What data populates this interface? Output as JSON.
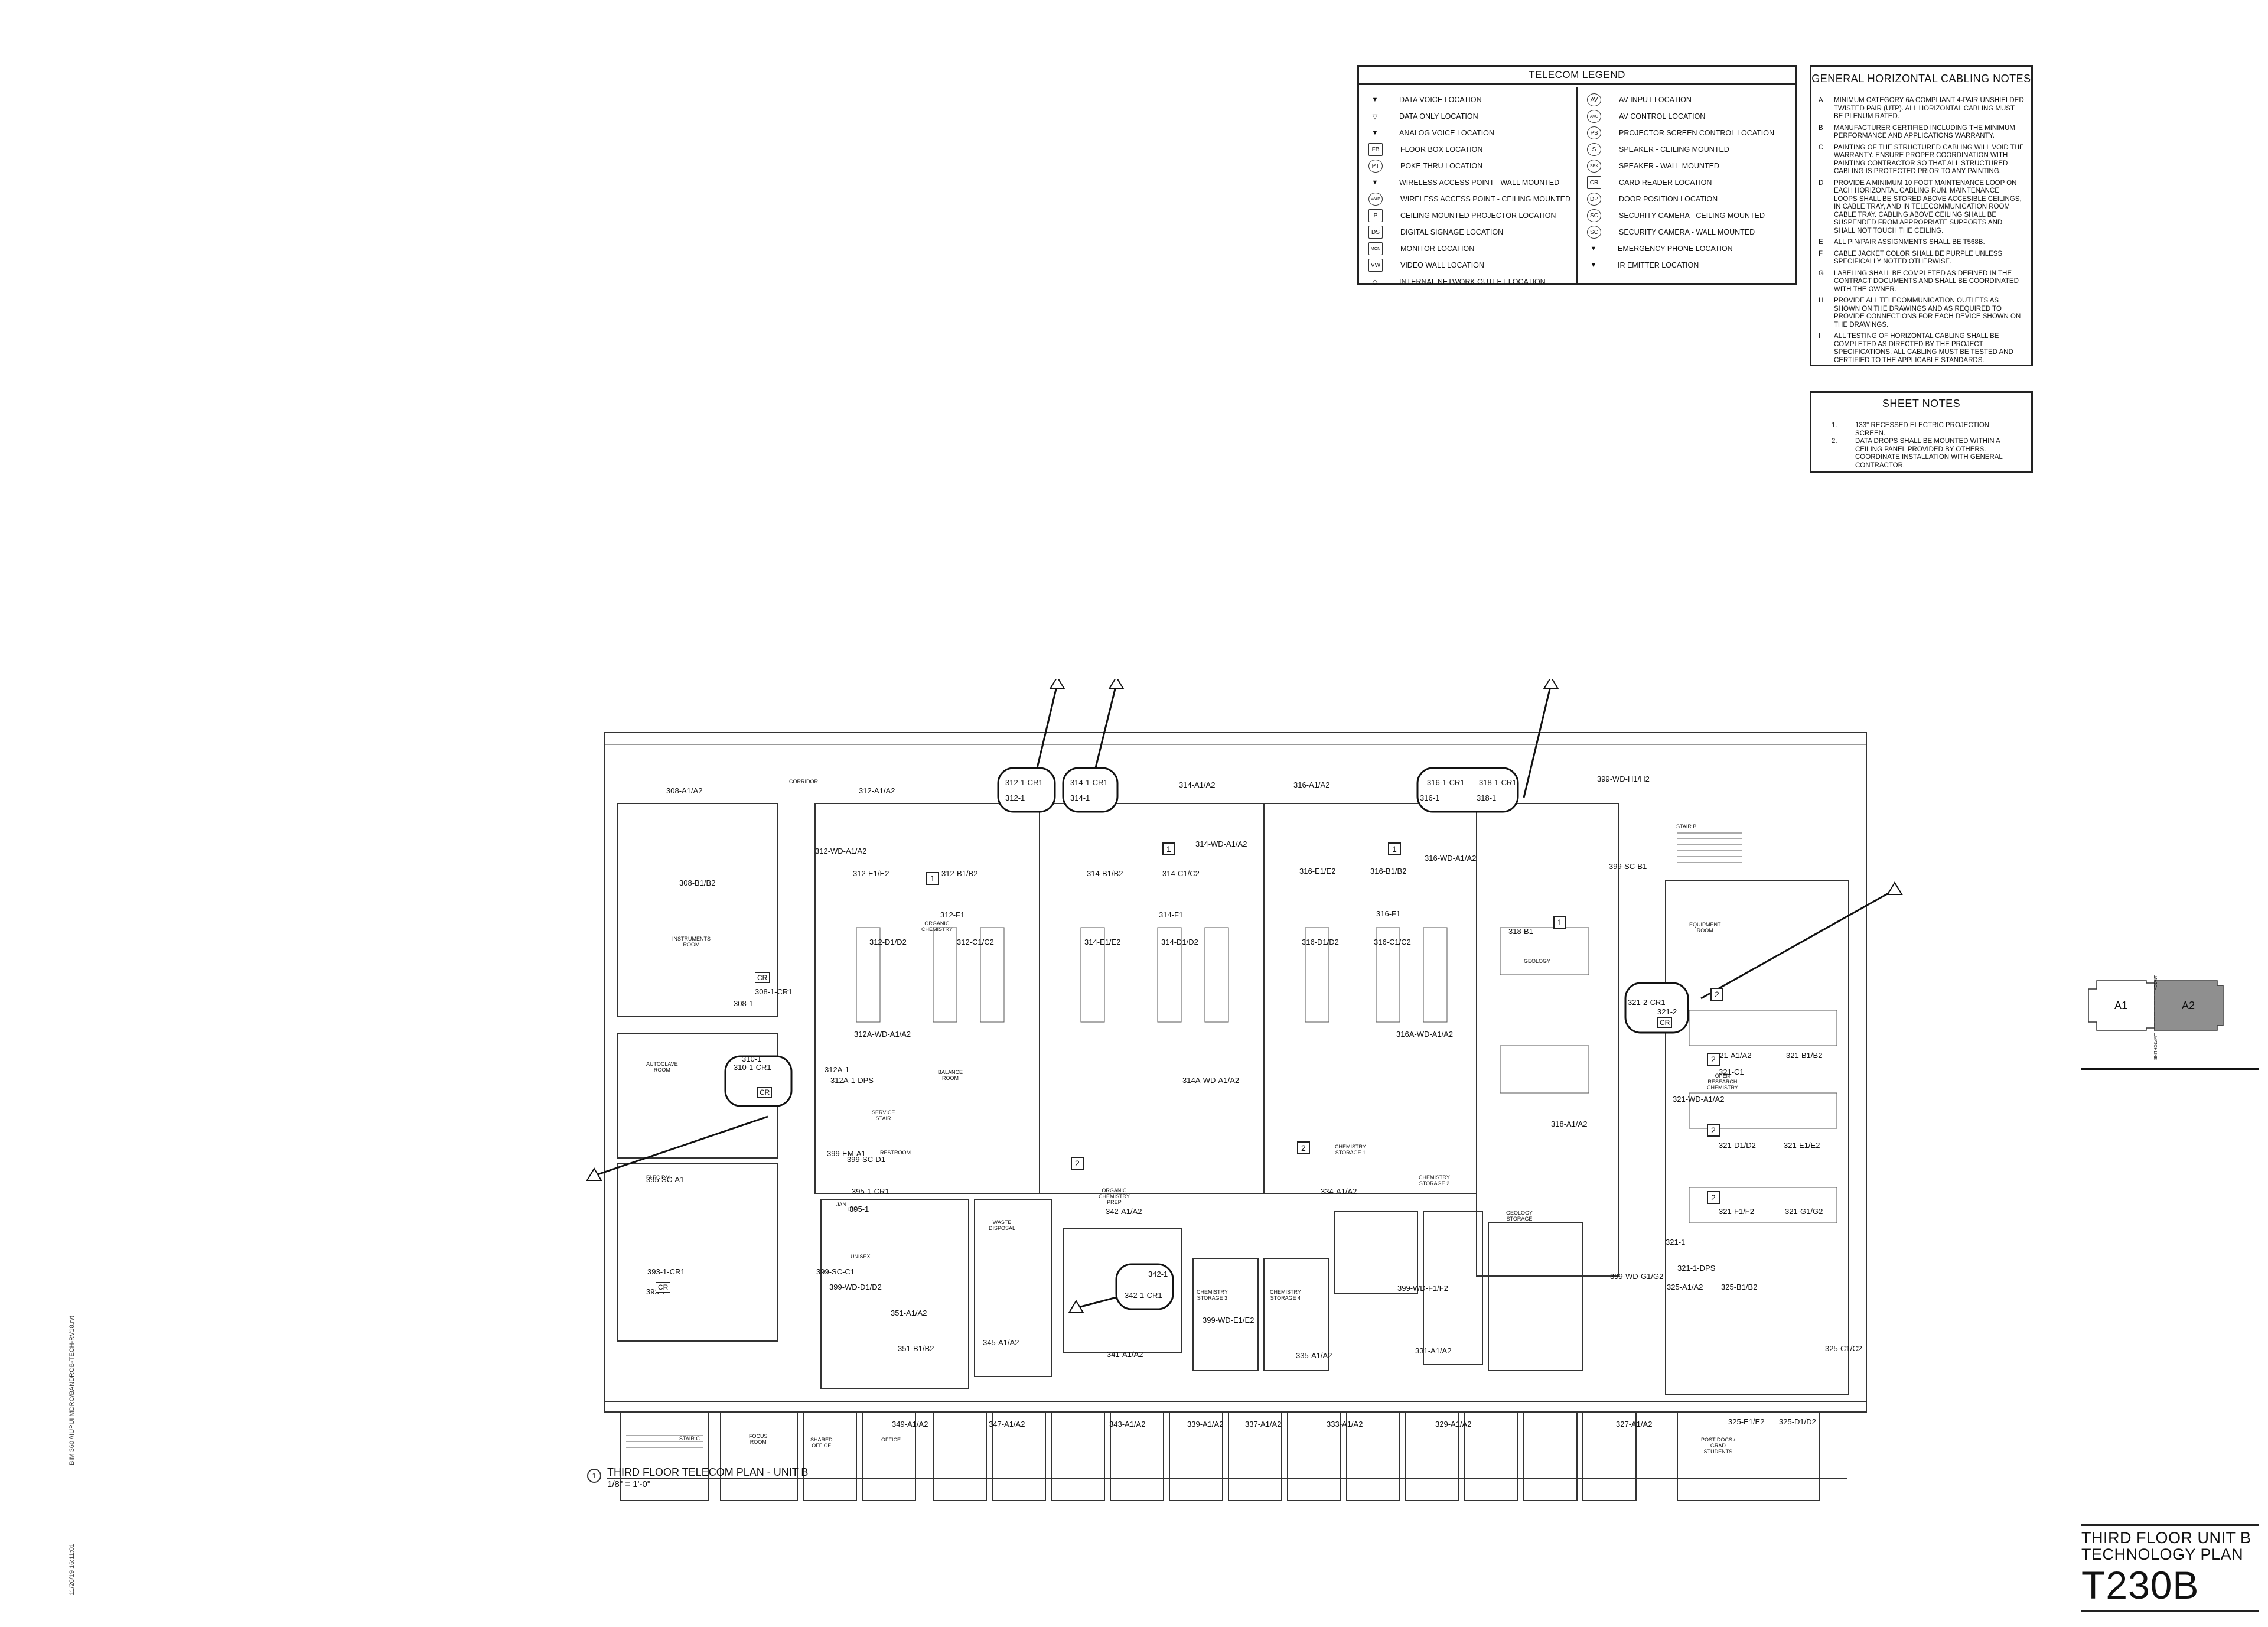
{
  "legend": {
    "title": "TELECOM LEGEND",
    "left": [
      {
        "symbol": "data-voice-icon",
        "label": "DATA VOICE LOCATION"
      },
      {
        "symbol": "data-only-icon",
        "label": "DATA ONLY LOCATION"
      },
      {
        "symbol": "analog-voice-icon",
        "label": "ANALOG VOICE LOCATION"
      },
      {
        "symbol": "floor-box-icon",
        "label": "FLOOR BOX LOCATION"
      },
      {
        "symbol": "poke-thru-icon",
        "label": "POKE THRU LOCATION"
      },
      {
        "symbol": "wap-wall-icon",
        "label": "WIRELESS ACCESS POINT - WALL MOUNTED"
      },
      {
        "symbol": "wap-ceiling-icon",
        "label": "WIRELESS ACCESS POINT - CEILING MOUNTED"
      },
      {
        "symbol": "projector-icon",
        "label": "CEILING MOUNTED PROJECTOR LOCATION"
      },
      {
        "symbol": "digital-signage-icon",
        "label": "DIGITAL SIGNAGE LOCATION"
      },
      {
        "symbol": "monitor-icon",
        "label": "MONITOR LOCATION"
      },
      {
        "symbol": "video-wall-icon",
        "label": "VIDEO WALL LOCATION"
      },
      {
        "symbol": "internal-network-icon",
        "label": "INTERNAL NETWORK OUTLET LOCATION"
      }
    ],
    "right": [
      {
        "symbol": "av-input-icon",
        "label": "AV INPUT LOCATION"
      },
      {
        "symbol": "av-control-icon",
        "label": "AV CONTROL LOCATION"
      },
      {
        "symbol": "projector-screen-control-icon",
        "label": "PROJECTOR SCREEN CONTROL LOCATION"
      },
      {
        "symbol": "speaker-ceiling-icon",
        "label": "SPEAKER - CEILING MOUNTED"
      },
      {
        "symbol": "speaker-wall-icon",
        "label": "SPEAKER - WALL MOUNTED"
      },
      {
        "symbol": "card-reader-icon",
        "label": "CARD READER LOCATION"
      },
      {
        "symbol": "door-position-icon",
        "label": "DOOR POSITION LOCATION"
      },
      {
        "symbol": "camera-ceiling-icon",
        "label": "SECURITY CAMERA - CEILING MOUNTED"
      },
      {
        "symbol": "camera-wall-icon",
        "label": "SECURITY CAMERA - WALL MOUNTED"
      },
      {
        "symbol": "emergency-phone-icon",
        "label": "EMERGENCY PHONE LOCATION"
      },
      {
        "symbol": "ir-emitter-icon",
        "label": "IR EMITTER LOCATION"
      }
    ],
    "symbol_text": {
      "floor_box": "FB",
      "poke_thru": "PT",
      "wap_ceiling": "WAP",
      "projector": "P",
      "digital_signage": "DS",
      "monitor": "MON",
      "video_wall": "VW",
      "av_input": "AV",
      "av_control": "AVC",
      "proj_screen": "PS",
      "speaker_ceiling": "S",
      "speaker_wall": "SPK",
      "card_reader": "CR",
      "door_position": "DP",
      "camera_ceiling": "SC",
      "camera_wall": "SC"
    }
  },
  "general_notes": {
    "title": "GENERAL HORIZONTAL CABLING NOTES",
    "items": [
      {
        "letter": "A",
        "text": "MINIMUM CATEGORY 6A COMPLIANT 4-PAIR UNSHIELDED TWISTED PAIR (UTP). ALL HORIZONTAL CABLING MUST BE PLENUM RATED."
      },
      {
        "letter": "B",
        "text": "MANUFACTURER CERTIFIED INCLUDING THE MINIMUM PERFORMANCE AND APPLICATIONS WARRANTY."
      },
      {
        "letter": "C",
        "text": "PAINTING OF THE STRUCTURED CABLING WILL VOID THE WARRANTY. ENSURE PROPER COORDINATION WITH PAINTING CONTRACTOR SO THAT ALL STRUCTURED CABLING IS PROTECTED PRIOR TO ANY PAINTING."
      },
      {
        "letter": "D",
        "text": "PROVIDE A MINIMUM 10 FOOT MAINTENANCE LOOP ON EACH HORIZONTAL CABLING RUN. MAINTENANCE LOOPS SHALL BE STORED ABOVE ACCESIBLE CEILINGS, IN CABLE TRAY, AND IN TELECOMMUNICATION ROOM CABLE TRAY. CABLING ABOVE CEILING SHALL BE SUSPENDED FROM APPROPRIATE SUPPORTS AND SHALL NOT TOUCH THE CEILING."
      },
      {
        "letter": "E",
        "text": "ALL PIN/PAIR ASSIGNMENTS SHALL BE T568B."
      },
      {
        "letter": "F",
        "text": "CABLE JACKET COLOR SHALL BE PURPLE UNLESS SPECIFICALLY NOTED OTHERWISE."
      },
      {
        "letter": "G",
        "text": "LABELING SHALL BE COMPLETED AS DEFINED IN THE CONTRACT DOCUMENTS AND SHALL BE COORDINATED WITH THE OWNER."
      },
      {
        "letter": "H",
        "text": "PROVIDE ALL TELECOMMUNICATION OUTLETS AS SHOWN ON THE DRAWINGS AND AS REQUIRED TO PROVIDE CONNECTIONS FOR EACH DEVICE SHOWN ON THE DRAWINGS."
      },
      {
        "letter": "I",
        "text": "ALL TESTING OF HORIZONTAL CABLING SHALL BE COMPLETED AS DIRECTED BY THE PROJECT SPECIFICATIONS. ALL CABLING MUST BE TESTED AND CERTIFIED TO THE APPLICABLE STANDARDS."
      }
    ]
  },
  "sheet_notes": {
    "title": "SHEET NOTES",
    "items": [
      {
        "num": "1.",
        "text": "133\" RECESSED ELECTRIC PROJECTION SCREEN."
      },
      {
        "num": "2.",
        "text": "DATA DROPS SHALL BE MOUNTED WITHIN A CEILING PANEL PROVIDED BY OTHERS. COORDINATE INSTALLATION WITH GENERAL CONTRACTOR."
      }
    ]
  },
  "key_plan": {
    "a1": "A1",
    "a2": "A2",
    "matchline_top": "MATCH",
    "matchline_bottom": "MATCHLINE"
  },
  "title_block": {
    "line1": "THIRD FLOOR UNIT B",
    "line2": "TECHNOLOGY PLAN",
    "sheet_number": "T230B"
  },
  "plan_title": {
    "number": "1",
    "title": "THIRD FLOOR TELECOM PLAN - UNIT B",
    "scale": "1/8\" = 1'-0\""
  },
  "margin": {
    "file_path": "BIM 360://IUPUI MDRC/BANDROB-TECH-RV18.rvt",
    "timestamp": "11/26/19 16:11:01"
  },
  "plan": {
    "callouts": [
      "312-1-CR1",
      "314-1-CR1",
      "316-1-CR1",
      "318-1-CR1",
      "310-1-CR1",
      "321-2-CR1",
      "342-1-CR1",
      "312-1",
      "314-1",
      "316-1",
      "318-1",
      "310-1",
      "321-2",
      "342-1"
    ],
    "outlets": [
      "308-A1/A2",
      "308-B1/B2",
      "308-1-CR1",
      "308-1",
      "312-A1/A2",
      "312-WD-A1/A2",
      "312-E1/E2",
      "312-B1/B2",
      "312-F1",
      "312-D1/D2",
      "312-C1/C2",
      "312A-WD-A1/A2",
      "312A-1",
      "312A-1-DPS",
      "314-A1/A2",
      "314-WD-A1/A2",
      "314-B1/B2",
      "314-C1/C2",
      "314-F1",
      "314-E1/E2",
      "314-D1/D2",
      "314A-WD-A1/A2",
      "316-A1/A2",
      "316-WD-A1/A2",
      "316-E1/E2",
      "316-B1/B2",
      "316-F1",
      "316-D1/D2",
      "316-C1/C2",
      "316A-WD-A1/A2",
      "318-B1",
      "318-A1/A2",
      "399-WD-H1/H2",
      "399-SC-B1",
      "321-A1/A2",
      "321-B1/B2",
      "321-C1",
      "321-WD-A1/A2",
      "321-D1/D2",
      "321-E1/E2",
      "321-F1/F2",
      "321-G1/G2",
      "321-1",
      "321-1-DPS",
      "325-A1/A2",
      "325-B1/B2",
      "325-C1/C2",
      "325-E1/E2",
      "325-D1/D2",
      "399-EM-A1",
      "399-SC-D1",
      "395-SC-A1",
      "395-1-CR1",
      "395-1",
      "393-1-CR1",
      "393-1",
      "399-SC-C1",
      "342-A1/A2",
      "334-A1/A2",
      "399-WD-F1/F2",
      "399-WD-G1/G2",
      "399-WD-D1/D2",
      "399-WD-E1/E2",
      "351-A1/A2",
      "351-B1/B2",
      "345-A1/A2",
      "341-A1/A2",
      "335-A1/A2",
      "331-A1/A2",
      "349-A1/A2",
      "347-A1/A2",
      "343-A1/A2",
      "339-A1/A2",
      "337-A1/A2",
      "333-A1/A2",
      "329-A1/A2",
      "327-A1/A2"
    ],
    "rooms": [
      "CORRIDOR",
      "INSTRUMENTS\nROOM",
      "AUTOCLAVE\nROOM",
      "ORGANIC\nCHEMISTRY",
      "BALANCE\nROOM",
      "GEOLOGY",
      "EQUIPMENT\nROOM",
      "OPEN\nRESEARCH\nCHEMISTRY",
      "SERVICE\nSTAIR",
      "RESTROOM",
      "JAN",
      "WASTE\nDISPOSAL",
      "ORGANIC\nCHEMISTRY\nPREP",
      "CHEMISTRY\nSTORAGE 1",
      "CHEMISTRY\nSTORAGE 2",
      "CHEMISTRY\nSTORAGE 3",
      "CHEMISTRY\nSTORAGE 4",
      "GEOLOGY\nSTORAGE",
      "ELEC RM",
      "IDF",
      "UNISEX",
      "STAIR C",
      "FOCUS\nROOM",
      "SHARED\nOFFICE",
      "OFFICE",
      "POST DOCS /\nGRAD\nSTUDENTS",
      "STAIR B"
    ],
    "flags": [
      "1",
      "2"
    ],
    "cr": "CR"
  }
}
